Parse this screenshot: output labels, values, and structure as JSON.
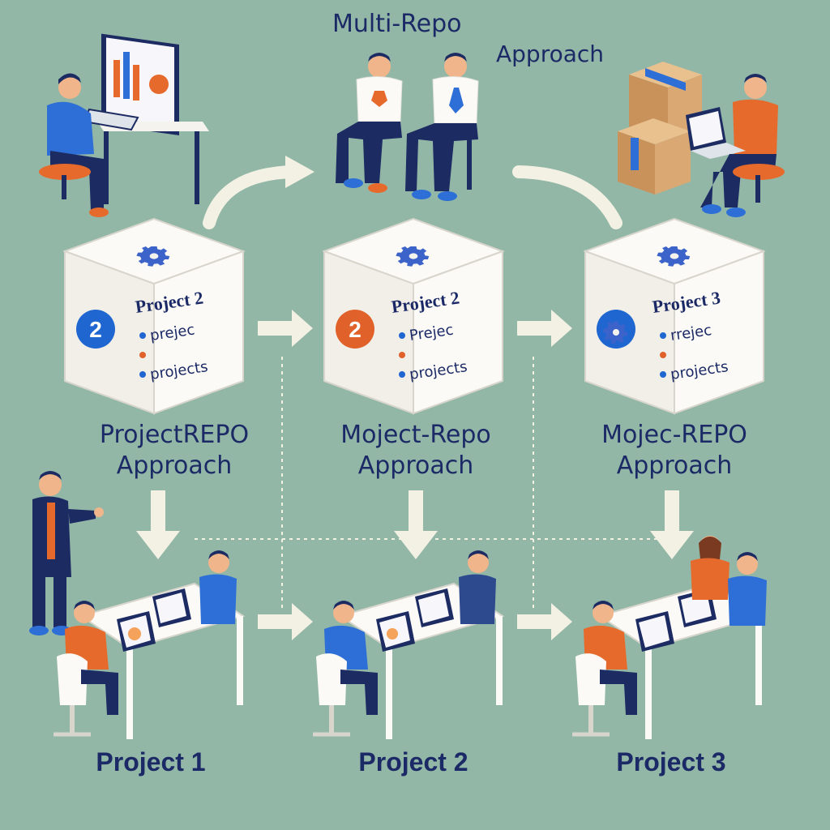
{
  "header": {
    "title_line1": "Multi-Repo",
    "title_line2": "Approach"
  },
  "boxes": [
    {
      "badge": "2",
      "heading": "Project 2",
      "items": [
        "prejec",
        "projects"
      ],
      "caption_line1": "ProjectREPO",
      "caption_line2": "Approach",
      "badge_color": "#1f66d1"
    },
    {
      "badge": "2",
      "heading": "Project 2",
      "items": [
        "Prejec",
        "projects"
      ],
      "caption_line1": "Moject-Repo",
      "caption_line2": "Approach",
      "badge_color": "#e0622a"
    },
    {
      "badge": "gear-icon",
      "heading": "Project 3",
      "items": [
        "rrejec",
        "projects"
      ],
      "caption_line1": "Mojec-REPO",
      "caption_line2": "Approach",
      "badge_color": "#1f66d1"
    }
  ],
  "projects": [
    "Project 1",
    "Project 2",
    "Project 3"
  ],
  "colors": {
    "background": "#93b7a6",
    "text": "#1b2a66",
    "box": "#f4f3ee",
    "orange": "#e66a2c",
    "blue": "#2d6fd6",
    "navy": "#1d2b63",
    "arrow": "#f3f1e4"
  }
}
